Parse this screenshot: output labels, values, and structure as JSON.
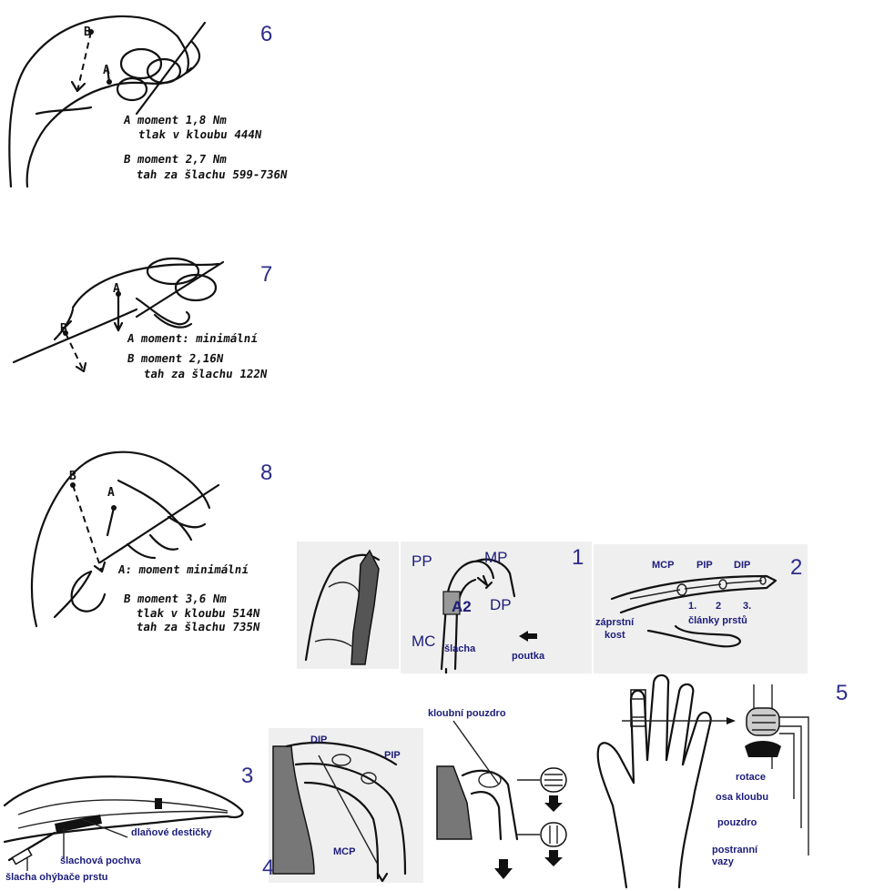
{
  "figure6": {
    "number": "6",
    "point_a": "A",
    "point_b": "B",
    "a_line1": "A moment 1,8 Nm",
    "a_line2": "tlak v kloubu 444N",
    "b_line1": "B moment 2,7 Nm",
    "b_line2": "tah za šlachu 599-736N"
  },
  "figure7": {
    "number": "7",
    "point_a": "A",
    "point_b": "B",
    "a_line1": "A moment: minimální",
    "b_line1": "B moment 2,16N",
    "b_line2": "tah za šlachu 122N"
  },
  "figure8": {
    "number": "8",
    "point_a": "A",
    "point_b": "B",
    "a_line1": "A: moment minimální",
    "b_line1": "B moment 3,6 Nm",
    "b_line2": "tlak v kloubu 514N",
    "b_line3": "tah za šlachu 735N"
  },
  "figure1": {
    "number": "1",
    "pp": "PP",
    "mp": "MP",
    "dp": "DP",
    "a2": "A2",
    "mc": "MC",
    "slacha": "šlacha",
    "poutka": "poutka"
  },
  "figure2": {
    "number": "2",
    "mcp": "MCP",
    "pip": "PIP",
    "dip": "DIP",
    "n1": "1.",
    "n2": "2",
    "n3": "3.",
    "zaprstni1": "záprstní",
    "zaprstni2": "kost",
    "clanky": "články prstů"
  },
  "figure3": {
    "number": "3",
    "dlanove": "dlaňové destičky",
    "pochva": "šlachová pochva",
    "ohybace": "šlacha ohýbače prstu"
  },
  "figure4": {
    "number": "4",
    "dip": "DIP",
    "pip": "PIP",
    "mcp": "MCP",
    "pouzdro": "kloubní pouzdro"
  },
  "figure5": {
    "number": "5",
    "rotace": "rotace",
    "osa": "osa kloubu",
    "pouzdro": "pouzdro",
    "vazy1": "postranní",
    "vazy2": "vazy"
  }
}
